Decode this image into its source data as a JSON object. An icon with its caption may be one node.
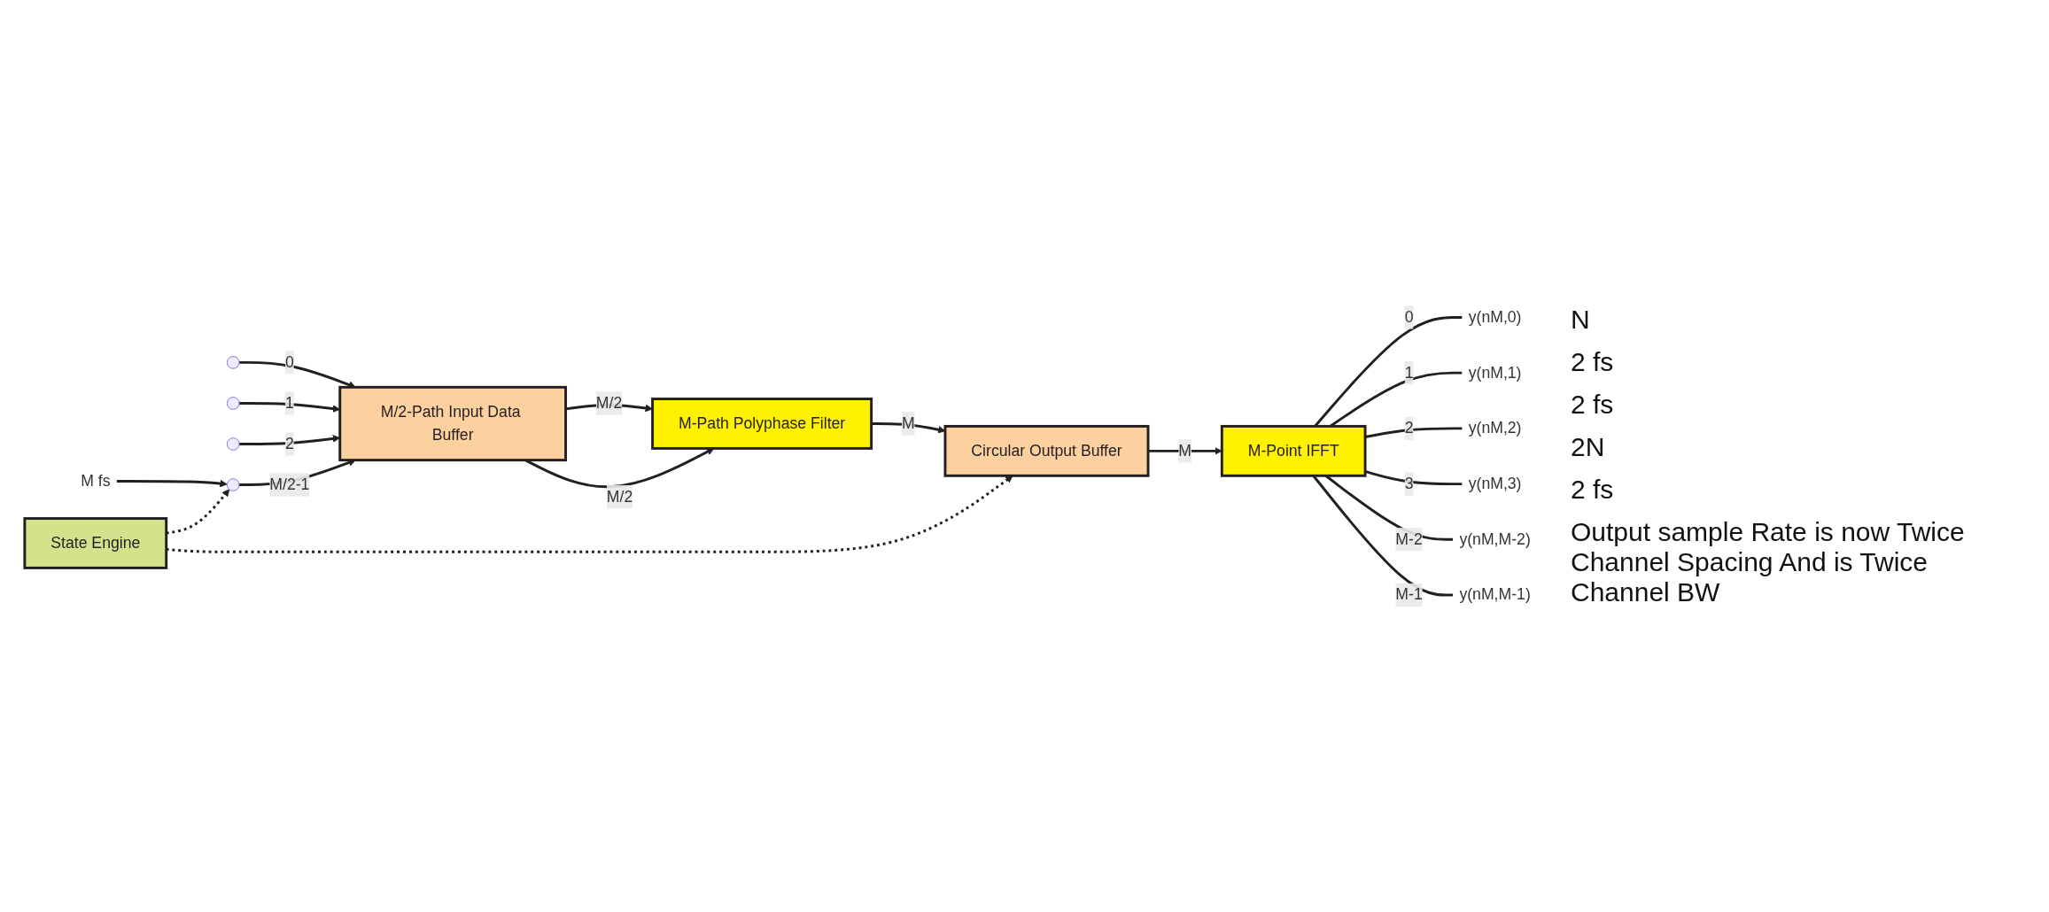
{
  "diagram": {
    "nodes": [
      {
        "text": [
          "M fs"
        ]
      },
      {
        "text": [],
        "shape": "circle"
      },
      {
        "text": [],
        "shape": "circle"
      },
      {
        "text": [],
        "shape": "circle"
      },
      {
        "text": [],
        "shape": "circle"
      },
      {
        "text": [
          "M/2-Path Input Data Buffer"
        ]
      },
      {
        "text": [
          "M-Path Polyphase Filter"
        ]
      },
      {
        "text": [
          "Circular Output Buffer"
        ]
      },
      {
        "text": [
          "M-Point IFFT"
        ]
      },
      {
        "text": [
          "y(nM,0)"
        ]
      },
      {
        "text": [
          "y(nM,1)"
        ]
      },
      {
        "text": [
          "y(nM,2)"
        ]
      },
      {
        "text": [
          "y(nM,3)"
        ]
      },
      {
        "text": [
          "y(nM,M-2)"
        ]
      },
      {
        "text": [
          "y(nM,M-1)"
        ]
      },
      {
        "text": [
          "State Engine"
        ]
      }
    ],
    "edges": [
      {
        "from": 0,
        "to": 4,
        "arrow": "to"
      },
      {
        "from": 1,
        "to": 5,
        "arrow": "to",
        "label": "0"
      },
      {
        "from": 2,
        "to": 5,
        "arrow": "to",
        "label": "1"
      },
      {
        "from": 3,
        "to": 5,
        "arrow": "to",
        "label": "2"
      },
      {
        "from": 4,
        "to": 5,
        "arrow": "to",
        "label": "M/2-1"
      },
      {
        "from": 5,
        "to": 6,
        "arrow": "to",
        "label": "M/2"
      },
      {
        "from": 5,
        "to": 6,
        "arrow": "to",
        "label": "M/2"
      },
      {
        "from": 6,
        "to": 7,
        "arrow": "to",
        "label": "M"
      },
      {
        "from": 7,
        "to": 8,
        "arrow": "to",
        "label": "M"
      },
      {
        "from": 8,
        "to": 9,
        "arrow": "none",
        "label": "0"
      },
      {
        "from": 8,
        "to": 10,
        "arrow": "none",
        "label": "1"
      },
      {
        "from": 8,
        "to": 11,
        "arrow": "none",
        "label": "2"
      },
      {
        "from": 8,
        "to": 12,
        "arrow": "none",
        "label": "3"
      },
      {
        "from": 8,
        "to": 13,
        "arrow": "none",
        "label": "M-2"
      },
      {
        "from": 8,
        "to": 14,
        "arrow": "none",
        "label": "M-1"
      },
      {
        "from": 15,
        "to": 7,
        "arrow": "to",
        "style": "dashed"
      },
      {
        "from": 15,
        "to": 4,
        "arrow": "to",
        "style": "dashed"
      }
    ],
    "labels": [
      "N",
      "2 fs",
      "2 fs",
      "2N",
      "2 fs",
      "Output sample Rate is now Twice Channel Spacing And is Twice Channel BW"
    ]
  }
}
